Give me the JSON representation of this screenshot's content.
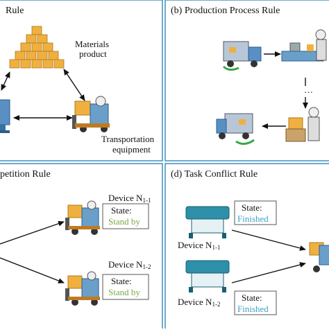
{
  "panels": {
    "a": {
      "title": "Rule"
    },
    "b": {
      "title": "(b) Production Process Rule"
    },
    "c": {
      "title": "petition Rule"
    },
    "d": {
      "title": "(d) Task Conflict Rule"
    }
  },
  "panel_a": {
    "materials_line1": "Materials",
    "materials_line2": "product",
    "transport_line1": "Transportation",
    "transport_line2": "equipment"
  },
  "panel_b": {
    "ellipsis": "…"
  },
  "panel_c": {
    "device1": {
      "main": "Device N",
      "sub": "1-1",
      "state_label": "State:",
      "state_value": "Stand by"
    },
    "device2": {
      "main": "Device N",
      "sub": "1-2",
      "state_label": "State:",
      "state_value": "Stand by"
    }
  },
  "panel_d": {
    "device1": {
      "main": "Device N",
      "sub": "1-1",
      "state_label": "State:",
      "state_value": "Finished"
    },
    "device2": {
      "main": "Device N",
      "sub": "1-2",
      "state_label": "State:",
      "state_value": "Finished"
    }
  },
  "colors": {
    "border": "#3d8fb8",
    "box_orange": "#f0b040",
    "truck_blue": "#5a8fc4",
    "printer_teal": "#2e8fa8",
    "standby_green": "#7aa84a",
    "finished_blue": "#3aa3c9"
  }
}
